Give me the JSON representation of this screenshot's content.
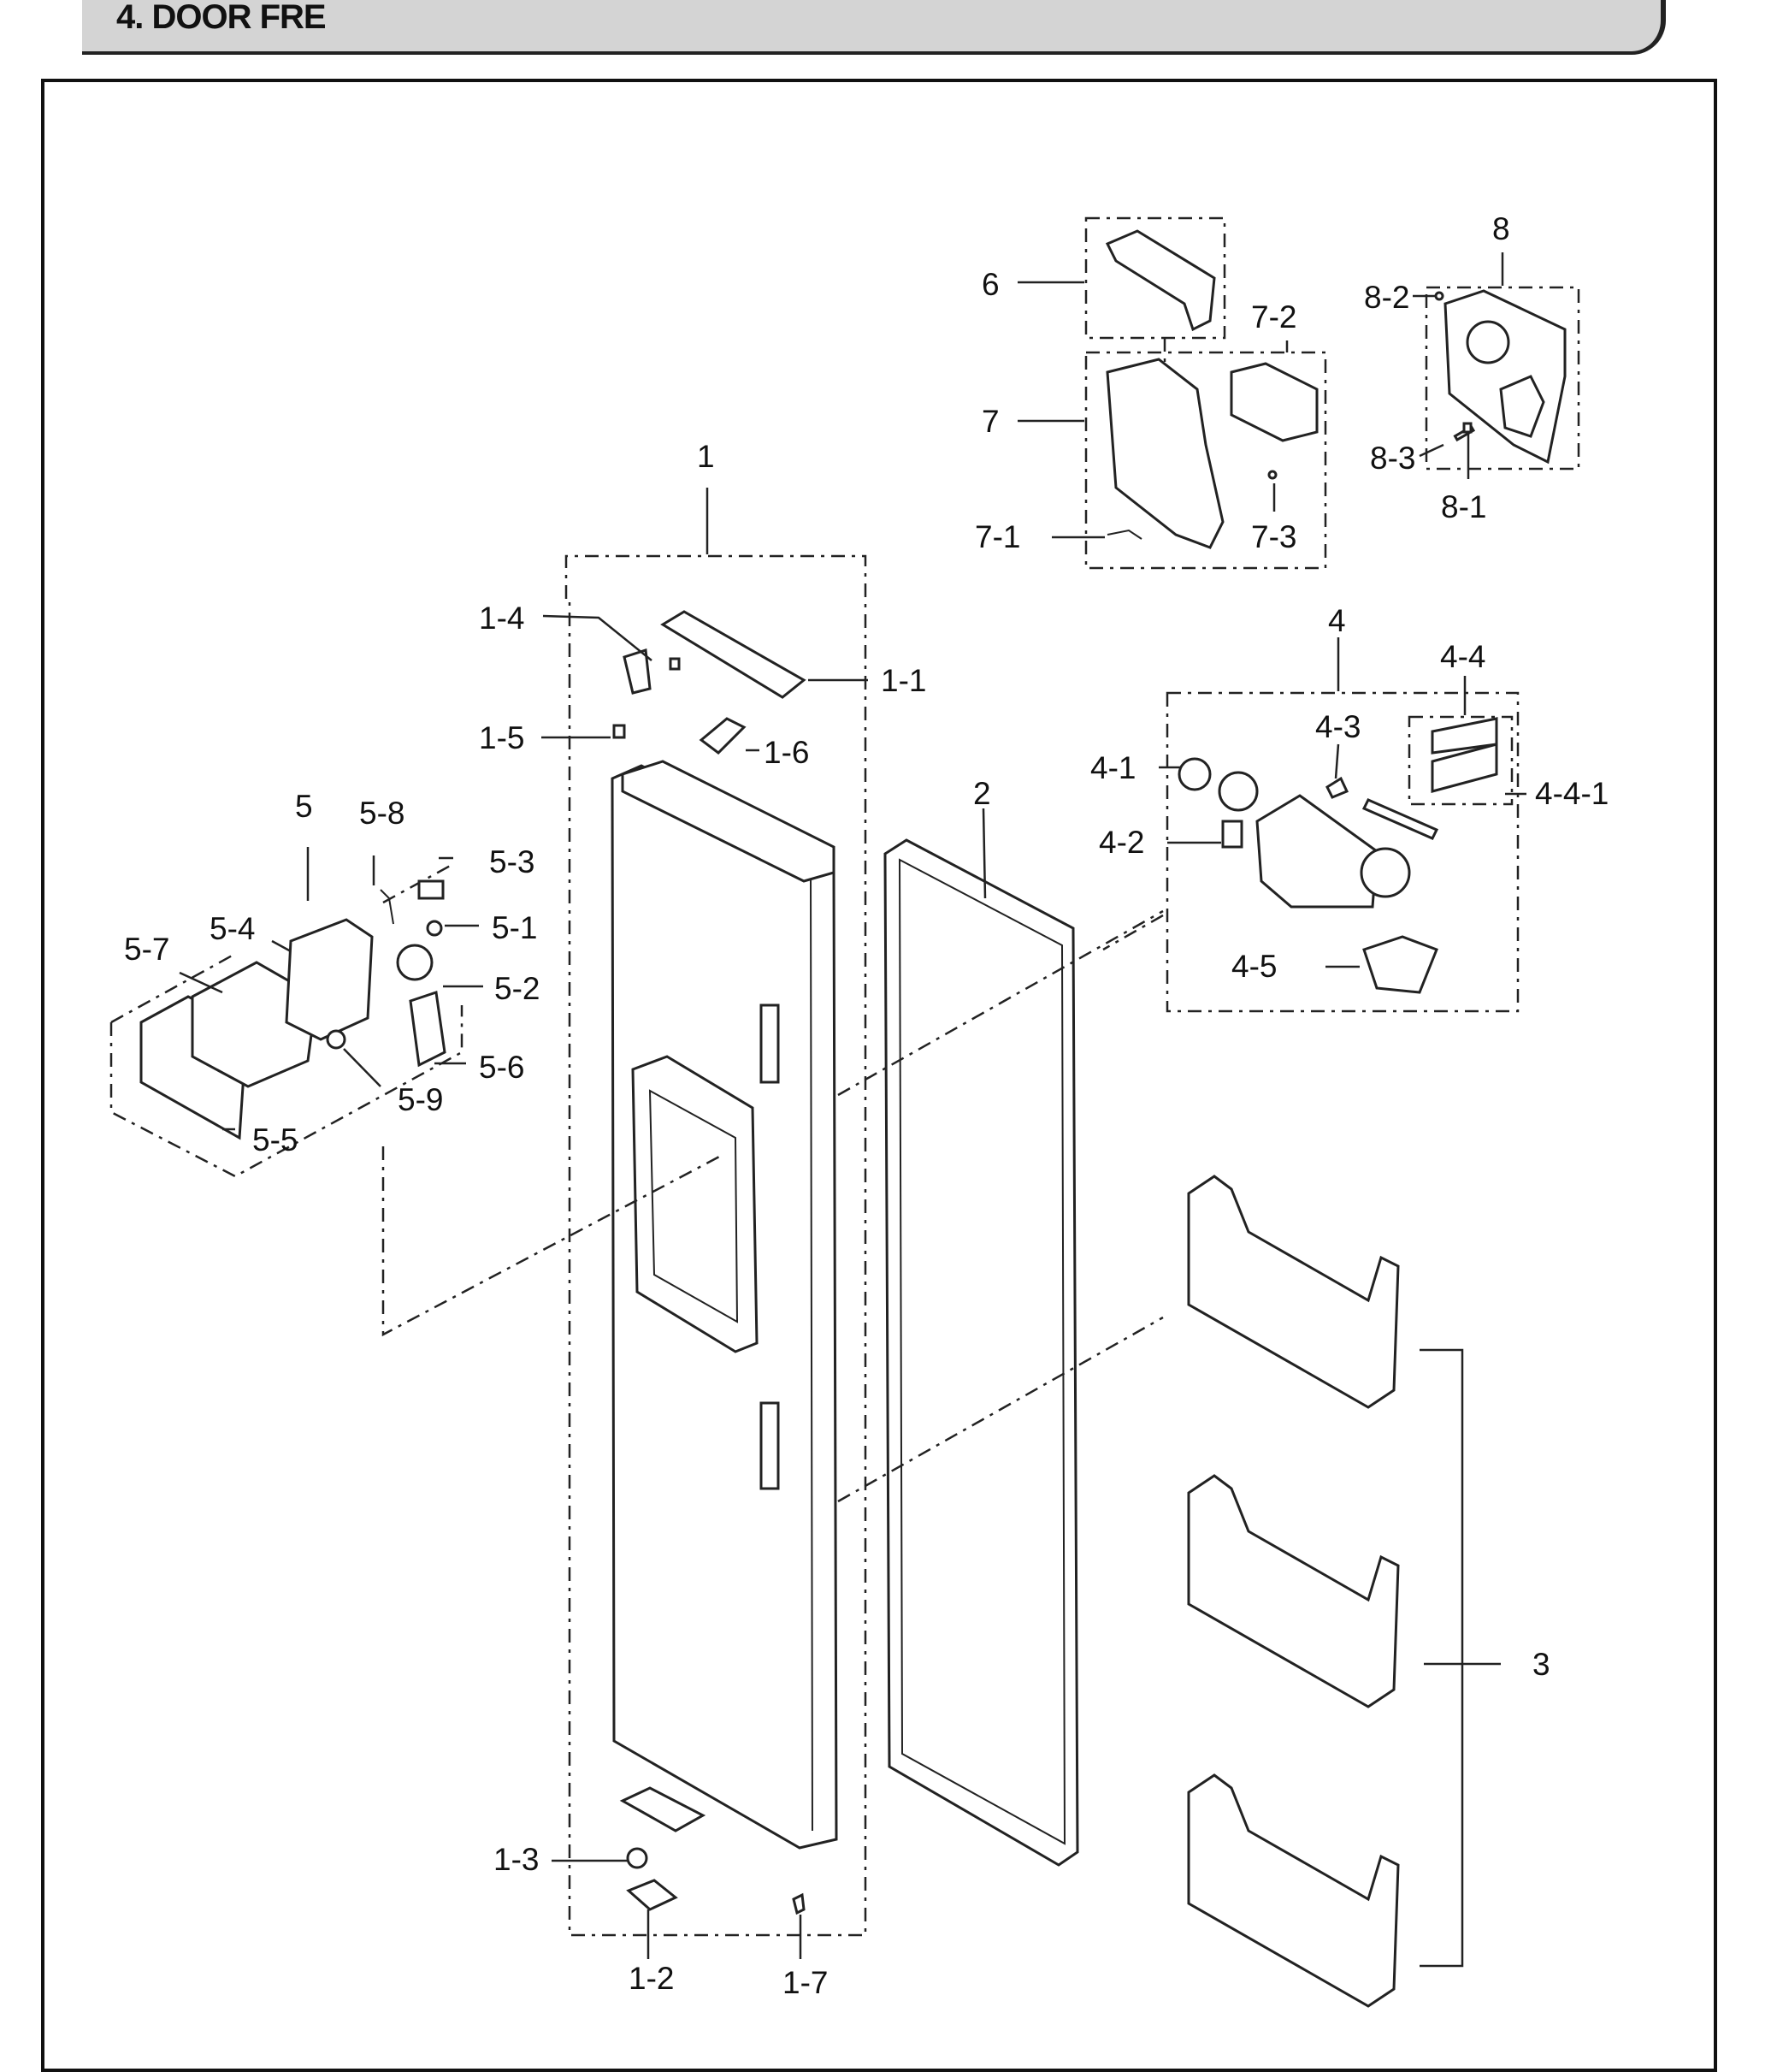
{
  "header": {
    "title": "4. DOOR FRE"
  },
  "labels": {
    "p1": "1",
    "p1_1": "1-1",
    "p1_2": "1-2",
    "p1_3": "1-3",
    "p1_4": "1-4",
    "p1_5": "1-5",
    "p1_6": "1-6",
    "p1_7": "1-7",
    "p2": "2",
    "p3": "3",
    "p4": "4",
    "p4_1": "4-1",
    "p4_2": "4-2",
    "p4_3": "4-3",
    "p4_4": "4-4",
    "p4_4_1": "4-4-1",
    "p4_5": "4-5",
    "p5": "5",
    "p5_1": "5-1",
    "p5_2": "5-2",
    "p5_3": "5-3",
    "p5_4": "5-4",
    "p5_5": "5-5",
    "p5_6": "5-6",
    "p5_7": "5-7",
    "p5_8": "5-8",
    "p5_9": "5-9",
    "p6": "6",
    "p7": "7",
    "p7_1": "7-1",
    "p7_2": "7-2",
    "p7_3": "7-3",
    "p8": "8",
    "p8_1": "8-1",
    "p8_2": "8-2",
    "p8_3": "8-3"
  }
}
